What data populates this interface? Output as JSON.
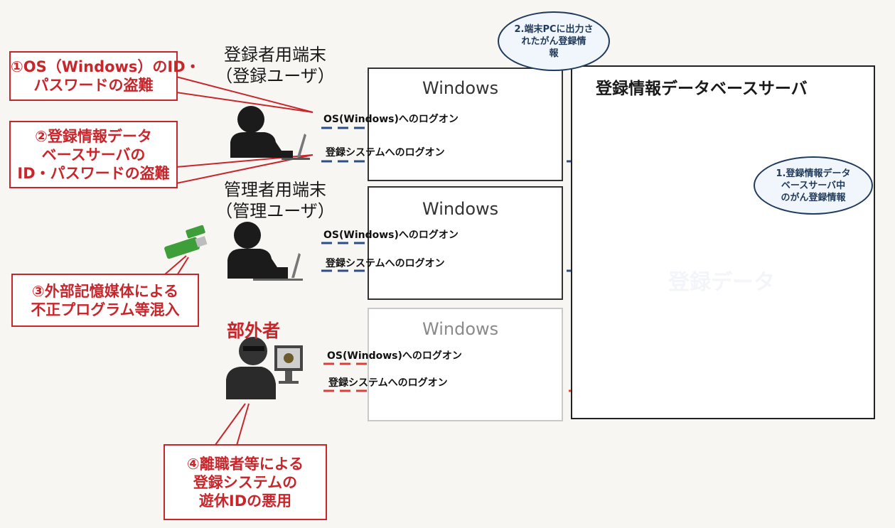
{
  "threats": {
    "t1": [
      "①OS（Windows）のID・",
      "パスワードの盗難"
    ],
    "t2": [
      "②登録情報データ",
      "ベースサーバの",
      "ID・パスワードの盗難"
    ],
    "t3": [
      "③外部記憶媒体による",
      "不正プログラム等混入"
    ],
    "t4": [
      "④離職者等による",
      "登録システムの",
      "遊休IDの悪用"
    ]
  },
  "users": {
    "registrant": [
      "登録者用端末",
      "（登録ユーザ）"
    ],
    "admin": [
      "管理者用端末",
      "（管理ユーザ）"
    ],
    "outsider": "部外者"
  },
  "terminals": {
    "os_label": "Windows",
    "os_logon": "OS(Windows)へのログオン",
    "sys_logon": "登録システムへのログオン"
  },
  "server": {
    "title": "登録情報データベースサーバ",
    "db_label": "登録データ"
  },
  "bubbles": {
    "terminal_output": [
      "2.端末PCに出力さ",
      "れたがん登録情",
      "報"
    ],
    "server_data": [
      "1.登録情報データ",
      "ベースサーバ中",
      "のがん登録情報"
    ]
  },
  "colors": {
    "threat_red": "#c8262b",
    "arrow_blue": "#2d4d86",
    "arrow_red": "#d8403b",
    "db_blue": "#5a6c99"
  }
}
